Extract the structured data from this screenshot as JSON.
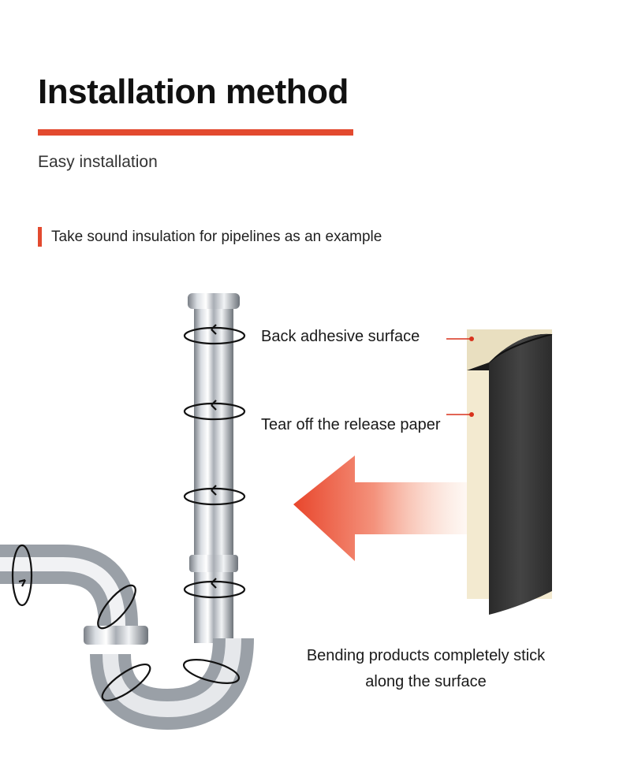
{
  "header": {
    "title": "Installation method",
    "subtitle": "Easy installation",
    "accent_color": "#e34a2f"
  },
  "section": {
    "heading": "Take sound insulation for pipelines as an example"
  },
  "illustration": {
    "label_back_adhesive": "Back adhesive surface",
    "label_release_paper": "Tear off the release paper",
    "caption_line1": "Bending products completely stick",
    "caption_line2": "along the surface",
    "icons": [
      "pipe-illustration",
      "wrap-arrow-icon",
      "direction-arrow-icon",
      "insulation-sheet-illustration"
    ]
  }
}
